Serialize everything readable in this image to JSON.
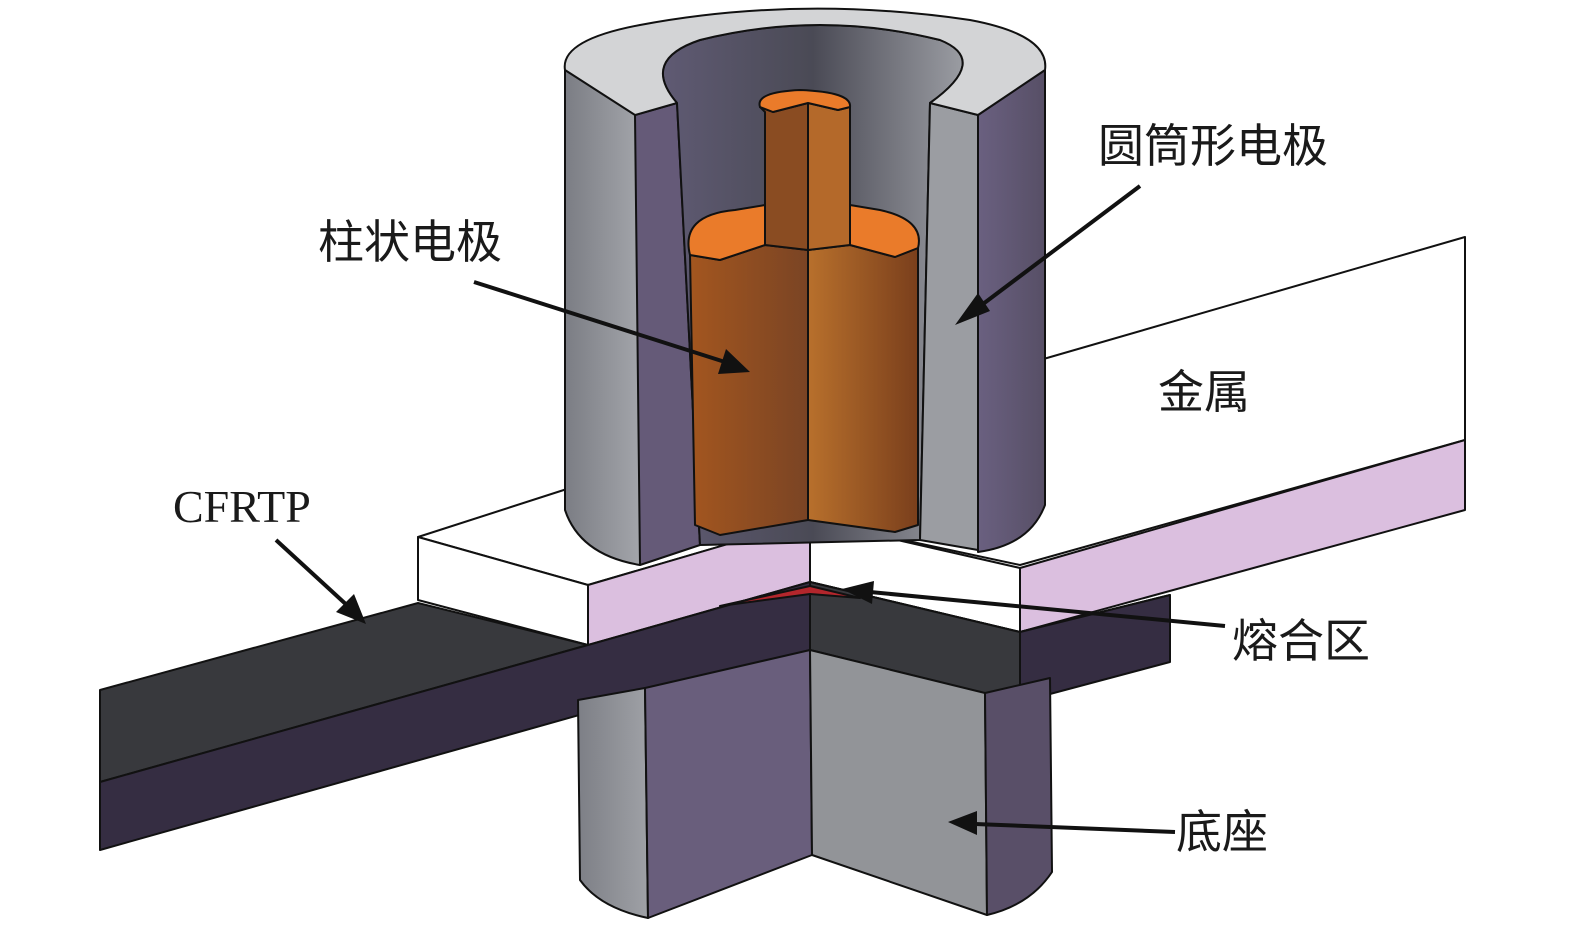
{
  "diagram": {
    "title": "Refill friction stir / resistance spot welding setup of metal and CFRTP",
    "labels": {
      "cylindrical_electrode": "圆筒形电极",
      "column_electrode": "柱状电极",
      "metal": "金属",
      "cfrtp": "CFRTP",
      "fusion_zone": "熔合区",
      "base": "底座"
    },
    "colors": {
      "electrode_outer_gray": "#8e9096",
      "electrode_purple": "#655a78",
      "electrode_top_light": "#d3d4d6",
      "electrode_inner_dark": "#4e4d5a",
      "copper_top": "#ea7b2a",
      "copper_side_dark": "#7a4424",
      "copper_side_light": "#b06a2a",
      "metal_top": "#ffffff",
      "metal_side_pink": "#dbbfdf",
      "cfrtp_top": "#38393d",
      "cfrtp_side": "#352d42",
      "fusion_red": "#b3262c"
    }
  }
}
